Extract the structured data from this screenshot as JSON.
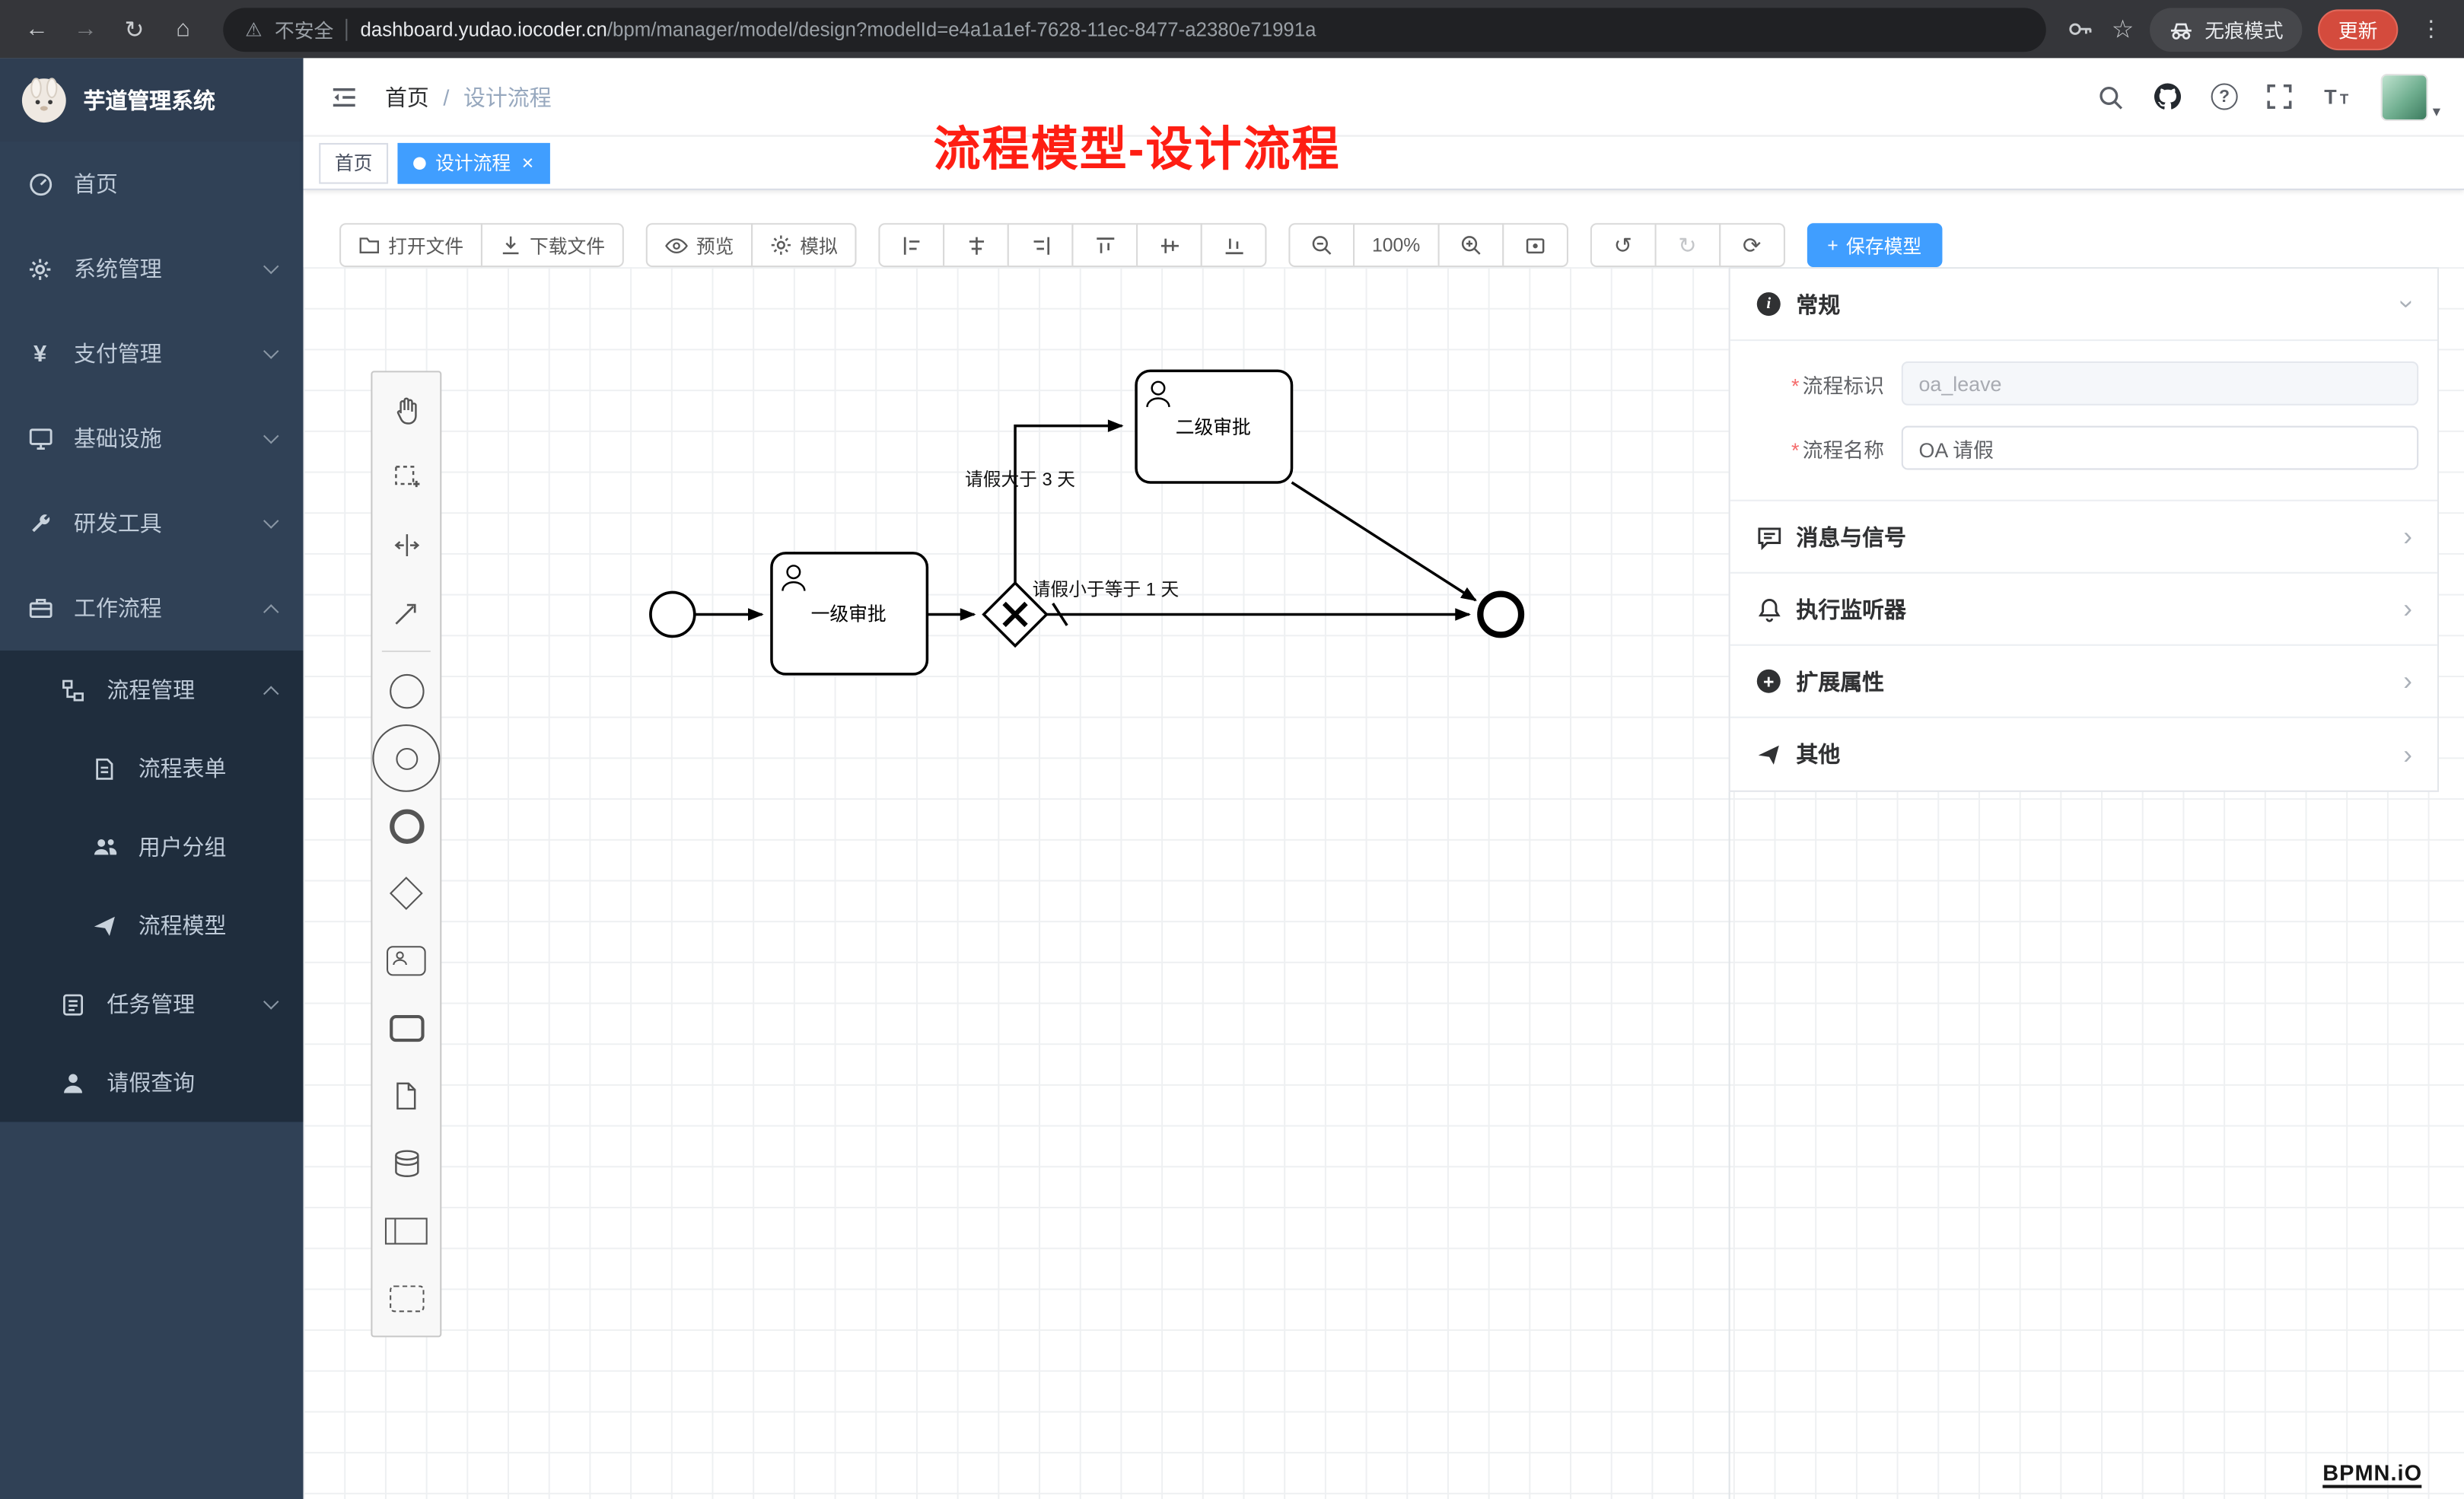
{
  "colors": {
    "accent": "#409eff",
    "sidebar_bg": "#304156",
    "submenu_bg": "#1f2d3d",
    "danger": "#f56c6c",
    "update_red": "#d44b3d"
  },
  "icons": {
    "back": "←",
    "forward": "→",
    "reload": "↻",
    "home": "⌂",
    "warning": "⚠",
    "star": "☆",
    "more": "⋮",
    "undo": "↺",
    "redo": "↻",
    "refresh": "⟳",
    "plus": "+",
    "close": "×",
    "dot_slash": "/",
    "caret_down": "▾",
    "chevron_right": "›",
    "info": "i",
    "question": "?",
    "yen": "¥",
    "plus_small": "+"
  },
  "browser": {
    "security": "不安全",
    "url_domain": "dashboard.yudao.iocoder.cn",
    "url_path": "/bpm/manager/model/design?modelId=e4a1a1ef-7628-11ec-8477-a2380e71991a",
    "incognito": "无痕模式",
    "update": "更新"
  },
  "sidebar": {
    "title": "芋道管理系统",
    "items": [
      {
        "label": "首页"
      },
      {
        "label": "系统管理"
      },
      {
        "label": "支付管理"
      },
      {
        "label": "基础设施"
      },
      {
        "label": "研发工具"
      },
      {
        "label": "工作流程"
      },
      {
        "label": "流程管理"
      },
      {
        "label": "流程表单"
      },
      {
        "label": "用户分组"
      },
      {
        "label": "流程模型"
      },
      {
        "label": "任务管理"
      },
      {
        "label": "请假查询"
      }
    ]
  },
  "header": {
    "breadcrumb_home": "首页",
    "breadcrumb_current": "设计流程",
    "annotation": "流程模型-设计流程"
  },
  "tabs": {
    "home": "首页",
    "active": "设计流程"
  },
  "toolbar": {
    "open": "打开文件",
    "download": "下载文件",
    "preview": "预览",
    "simulate": "模拟",
    "zoom": "100%",
    "save": "保存模型"
  },
  "panel": {
    "general_title": "常规",
    "key_label": "流程标识",
    "key_value": "oa_leave",
    "name_label": "流程名称",
    "name_value": "OA 请假",
    "sections": [
      {
        "title": "消息与信号"
      },
      {
        "title": "执行监听器"
      },
      {
        "title": "扩展属性"
      },
      {
        "title": "其他"
      }
    ]
  },
  "diagram": {
    "task_level1": "一级审批",
    "task_level2": "二级审批",
    "cond_gt": "请假大于 3 天",
    "cond_le": "请假小于等于 1 天"
  },
  "watermark": "BPMN.iO"
}
